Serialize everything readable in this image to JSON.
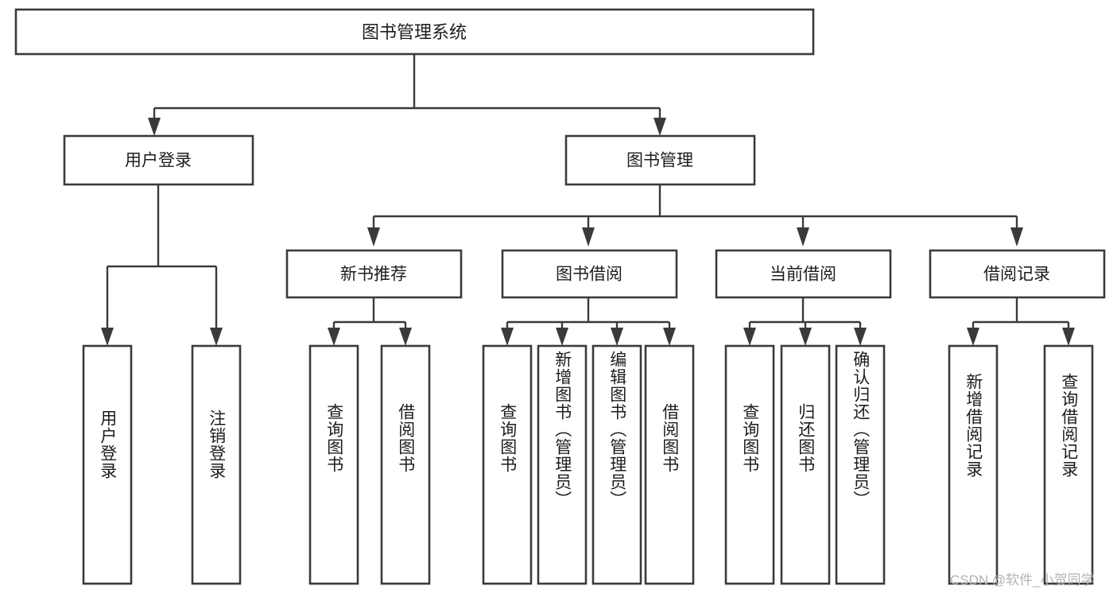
{
  "diagram": {
    "title": "图书管理系统",
    "type": "tree-hierarchy-chart",
    "root": {
      "label": "图书管理系统"
    },
    "level2": [
      {
        "label": "用户登录"
      },
      {
        "label": "图书管理"
      }
    ],
    "level3": [
      {
        "label": "新书推荐"
      },
      {
        "label": "图书借阅"
      },
      {
        "label": "当前借阅"
      },
      {
        "label": "借阅记录"
      }
    ],
    "leaves": {
      "user_login": [
        {
          "label": "用户登录"
        },
        {
          "label": "注销登录"
        }
      ],
      "new_book_recommend": [
        {
          "label": "查询图书"
        },
        {
          "label": "借阅图书"
        }
      ],
      "book_borrow": [
        {
          "label": "查询图书"
        },
        {
          "label": "新增图书（管理员）"
        },
        {
          "label": "编辑图书（管理员）"
        },
        {
          "label": "借阅图书"
        }
      ],
      "current_borrow": [
        {
          "label": "查询图书"
        },
        {
          "label": "归还图书"
        },
        {
          "label": "确认归还（管理员）"
        }
      ],
      "borrow_record": [
        {
          "label": "新增借阅记录"
        },
        {
          "label": "查询借阅记录"
        }
      ]
    }
  },
  "watermark": {
    "text": "CSDN @软件_小贺同学"
  },
  "colors": {
    "stroke": "#3a3a3a",
    "fill": "#ffffff",
    "text": "#1d1d1d",
    "watermark": "#b3b3b3"
  }
}
